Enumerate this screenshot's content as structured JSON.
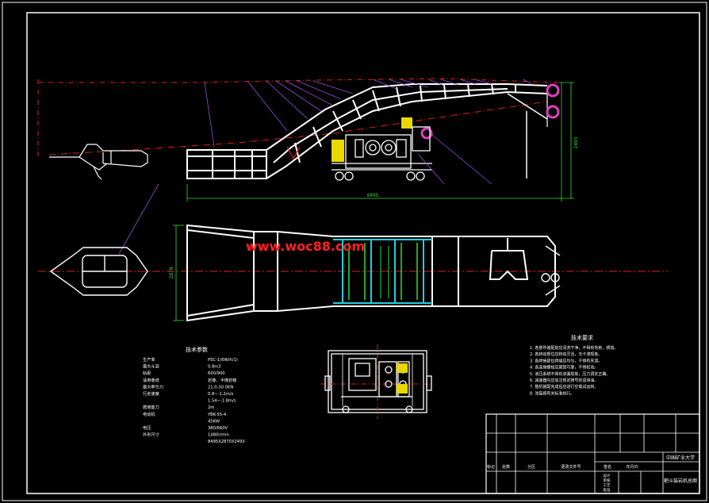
{
  "watermark": "www.woc88.com",
  "dimensions": {
    "overall_length": "8495",
    "height": "2493",
    "width": "2870"
  },
  "tech_params": {
    "title": "技术参数",
    "rows": [
      {
        "label": "生产率",
        "value": "PSC-1(6W/h/1)"
      },
      {
        "label": "最大斗容",
        "value": "0.8m3"
      },
      {
        "label": "轨距",
        "value": "600/900"
      },
      {
        "label": "适用巷道",
        "value": "岩巷、半煤岩巷"
      },
      {
        "label": "最大牵引力",
        "value": "21.0-30.0KN"
      },
      {
        "label": "行走速度",
        "value": "0.8~-1.2m/s"
      },
      {
        "label": "",
        "value": "1.54~-1.8m/s"
      },
      {
        "label": "爬坡能力",
        "value": "2m"
      },
      {
        "label": "电动机",
        "value": "YBK-55-4"
      },
      {
        "label": "",
        "value": "45KW"
      },
      {
        "label": "电压",
        "value": "380/660V"
      },
      {
        "label": "外形尺寸",
        "value": "1480r/min"
      },
      {
        "label": "",
        "value": "8495X2870X2493"
      }
    ]
  },
  "tech_requirements": {
    "title": "技术要求",
    "items": [
      "1. 各部件装配前应清洗干净，不得有毛刺、锈蚀。",
      "2. 各转动部位应转动灵活，无卡滞现象。",
      "3. 各焊接部位焊缝应均匀，不得有夹渣。",
      "4. 各连接螺栓应紧固可靠，不得松动。",
      "5. 液压系统不得有渗漏现象，压力调定正确。",
      "6. 减速器内应加注规定牌号的润滑油。",
      "7. 整机装配完成后应进行空载试运转。",
      "8. 涂装按有关标准执行。"
    ]
  },
  "title_block": {
    "school": "中国矿业大学",
    "drawing_name": "耙斗装岩机总图",
    "header_cells": [
      "标记",
      "处数",
      "分区",
      "更改文件号",
      "签名",
      "年月日"
    ],
    "role_cells": [
      "设计",
      "审核",
      "工艺",
      "批准"
    ]
  }
}
